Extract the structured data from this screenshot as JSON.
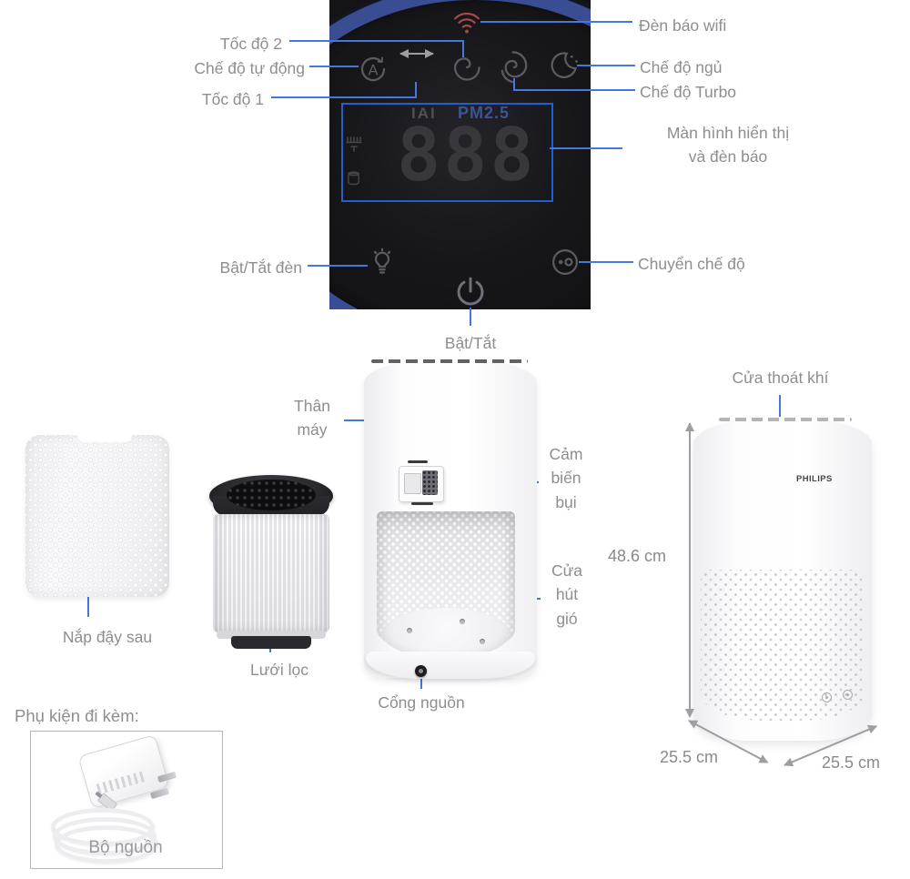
{
  "control_panel": {
    "display": {
      "status_text": "IAI",
      "pm_label": "PM2.5",
      "digits": "888"
    },
    "labels": {
      "wifi": "Đèn báo wifi",
      "speed2": "Tốc độ 2",
      "auto_mode": "Chế độ tự động",
      "speed1": "Tốc độ 1",
      "sleep_mode": "Chế độ ngủ",
      "turbo_mode": "Chế độ Turbo",
      "display_area": "Màn hình hiển thị\nvà đèn báo",
      "light_toggle": "Bật/Tắt đèn",
      "mode_switch": "Chuyển chế độ",
      "power_toggle": "Bật/Tắt"
    }
  },
  "parts": {
    "body": "Thân\nmáy",
    "air_outlet": "Cửa thoát khí",
    "dust_sensor": "Cảm\nbiến\nbụi",
    "air_intake": "Cửa\nhút\ngió",
    "power_port": "Cổng nguồn",
    "back_cover": "Nắp đậy sau",
    "filter": "Lưới lọc"
  },
  "dimensions": {
    "height": "48.6 cm",
    "width": "25.5 cm",
    "depth": "25.5 cm"
  },
  "accessories": {
    "heading": "Phụ kiện đi kèm:",
    "power_adapter": "Bộ nguồn"
  },
  "brand": "PHILIPS",
  "icons": {
    "wifi-icon": "wifi signal arcs (red)",
    "auto-mode-icon": "circle with letter A",
    "speed1-icon": "fan blades",
    "speed2-icon": "air swirl",
    "turbo-icon": "dense air swirl",
    "sleep-icon": "crescent moon with stars",
    "light-icon": "light bulb",
    "mode-switch-icon": "circle with two dots",
    "power-icon": "power symbol",
    "filter-status-icon": "filter grille",
    "tank-icon": "water tank outline"
  },
  "colors": {
    "leader_line": "#4478db",
    "label_text": "#8e8e8e",
    "display_border": "#1f5fd0",
    "wifi_icon": "#a64848",
    "panel_ring": "#3a4c92",
    "pm_text": "#3d5494"
  }
}
